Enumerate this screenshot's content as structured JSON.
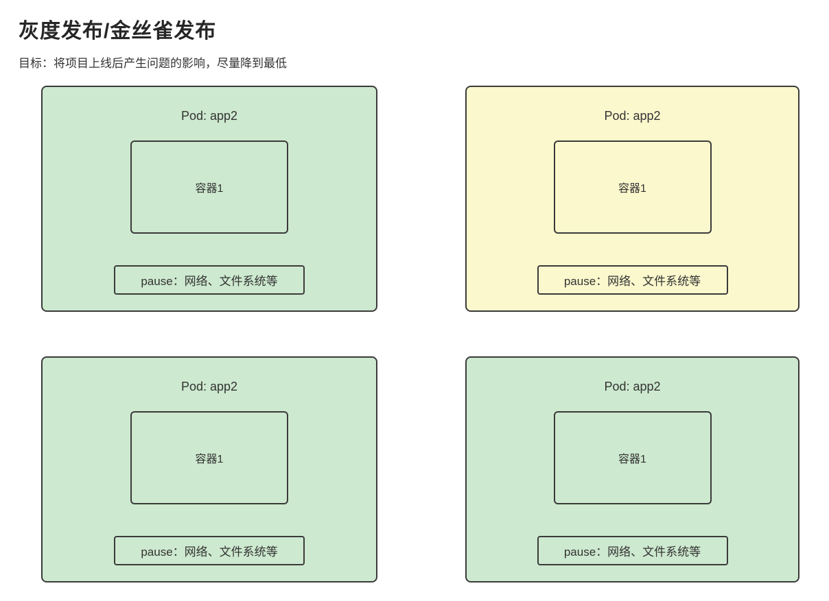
{
  "page": {
    "title": "灰度发布/金丝雀发布",
    "subtitle": "目标：将项目上线后产生问题的影响，尽量降到最低"
  },
  "colors": {
    "green": "#cde9cf",
    "yellow": "#fbf8cd",
    "border": "#3a3a3a"
  },
  "pods": [
    {
      "title": "Pod: app2",
      "container_label": "容器1",
      "pause_label": "pause：网络、文件系统等",
      "variant": "green"
    },
    {
      "title": "Pod: app2",
      "container_label": "容器1",
      "pause_label": "pause：网络、文件系统等",
      "variant": "yellow"
    },
    {
      "title": "Pod: app2",
      "container_label": "容器1",
      "pause_label": "pause：网络、文件系统等",
      "variant": "green"
    },
    {
      "title": "Pod: app2",
      "container_label": "容器1",
      "pause_label": "pause：网络、文件系统等",
      "variant": "green"
    }
  ]
}
